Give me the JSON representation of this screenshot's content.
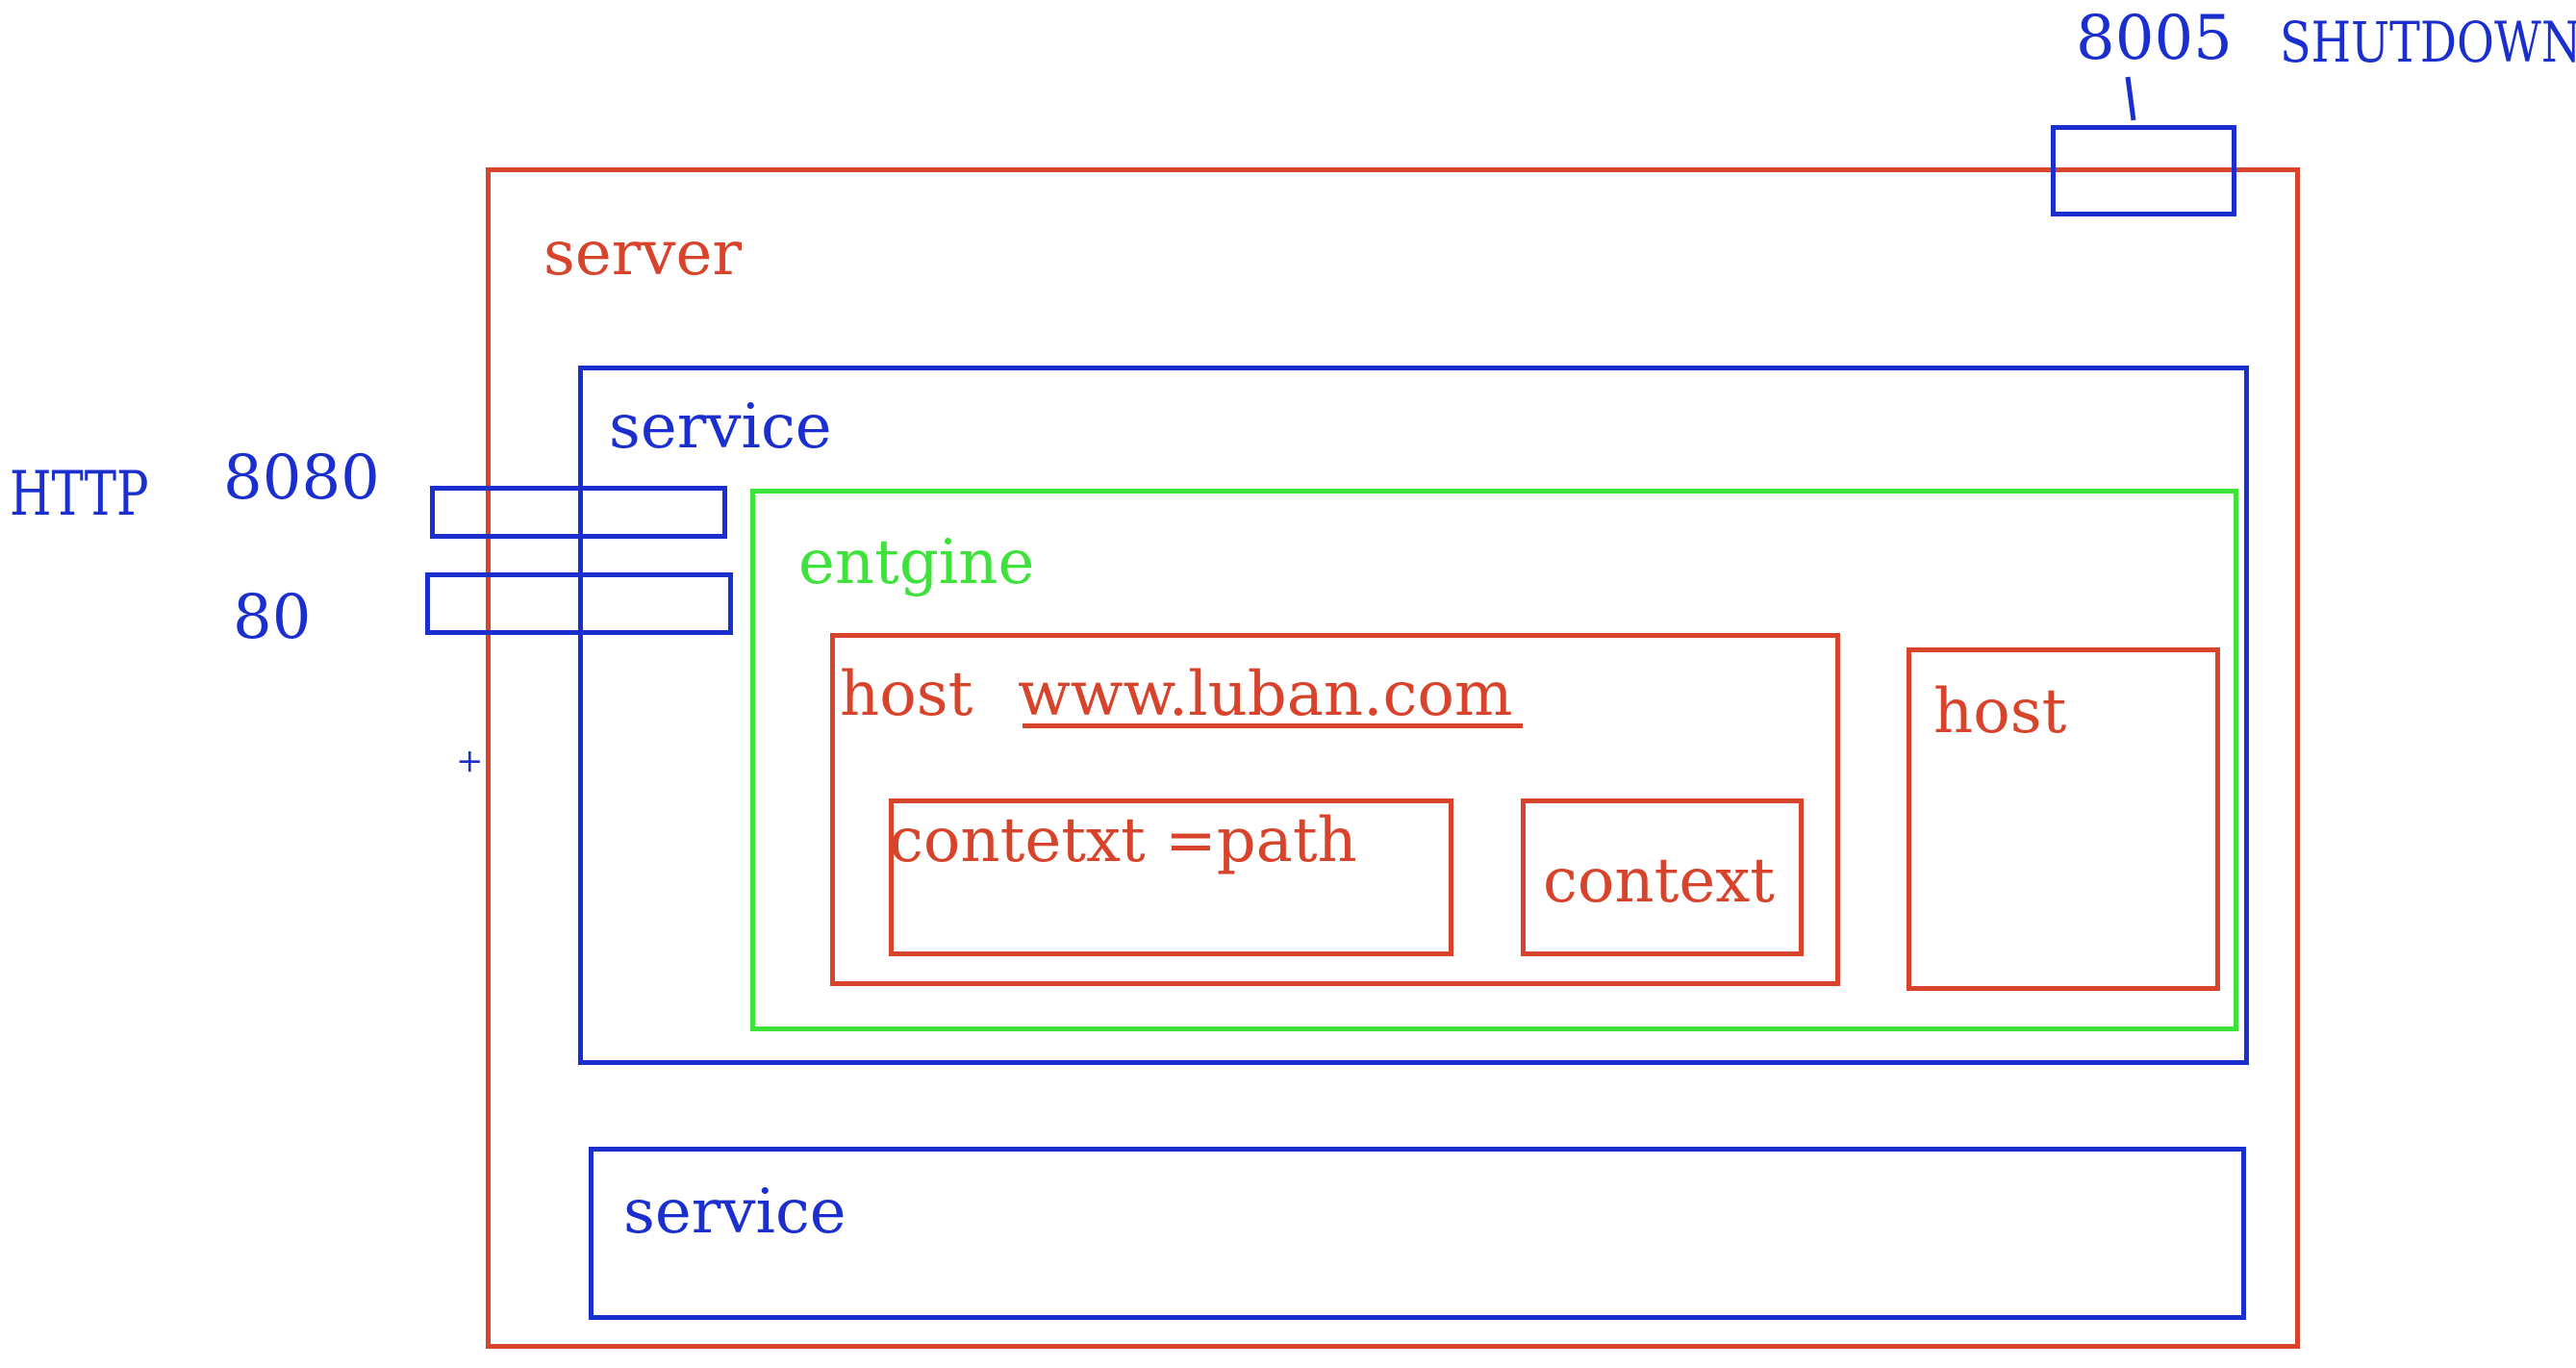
{
  "labels": {
    "server": "server",
    "service_main": "service",
    "service_second": "service",
    "engine": "entgine",
    "host_main_prefix": "host",
    "host_main_domain": "www.luban.com",
    "context_path": "contetxt =path",
    "context": "context",
    "host_secondary": "host",
    "http": "HTTP",
    "port_http": "8080",
    "port_80": "80",
    "port_shutdown": "8005",
    "shutdown": "SHUTDOWN",
    "plus": "+"
  },
  "colors": {
    "server": "#d7432b",
    "service": "#1b2fcf",
    "engine": "#3ee23b",
    "host": "#d7432b",
    "context": "#d7432b",
    "connector": "#1b2fcf"
  }
}
